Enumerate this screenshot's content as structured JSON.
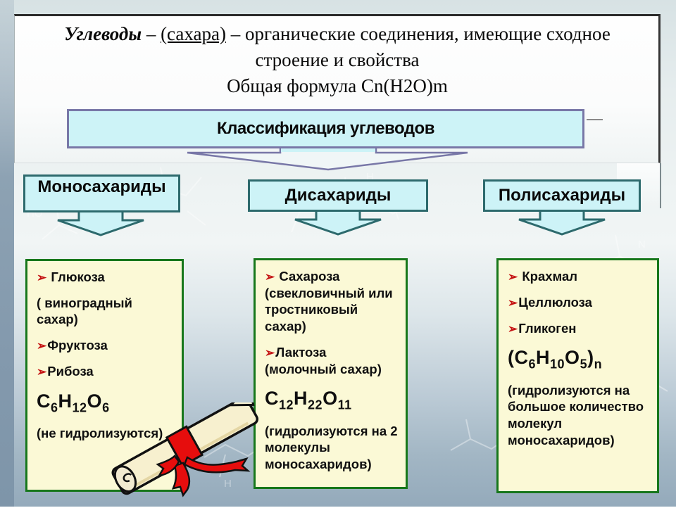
{
  "slide": {
    "title": {
      "term": "Углеводы",
      "dash1": " – ",
      "sugars": "(сахара)",
      "rest": " – органические соединения, имеющие сходное",
      "line2": "строение и свойства",
      "line3": "Общая формула Cn(H2O)m"
    },
    "classification": {
      "label": "Классификация углеводов"
    },
    "categories": [
      {
        "label": "Моносахариды"
      },
      {
        "label": "Дисахариды"
      },
      {
        "label": "Полисахариды"
      }
    ],
    "bullet_glyph": "➢",
    "boxes": [
      {
        "name": "monosaccharides",
        "items": [
          {
            "type": "bullet",
            "text": " Глюкоза"
          },
          {
            "type": "plain",
            "text": "( виноградный сахар)"
          },
          {
            "type": "bullet",
            "text": "Фруктоза"
          },
          {
            "type": "bullet",
            "text": "Рибоза"
          },
          {
            "type": "formula",
            "segments": [
              [
                "C",
                0
              ],
              [
                "6",
                1
              ],
              [
                "H",
                0
              ],
              [
                "12",
                1
              ],
              [
                "O",
                0
              ],
              [
                "6",
                1
              ]
            ]
          },
          {
            "type": "plain",
            "text": "(не гидролизуются)"
          }
        ]
      },
      {
        "name": "disaccharides",
        "items": [
          {
            "type": "bullet",
            "text": " Сахароза (свекловичный или тростниковый сахар)"
          },
          {
            "type": "bullet",
            "text": "Лактоза (молочный сахар)"
          },
          {
            "type": "formula",
            "segments": [
              [
                "C",
                0
              ],
              [
                "12",
                1
              ],
              [
                "H",
                0
              ],
              [
                "22",
                1
              ],
              [
                "O",
                0
              ],
              [
                "11",
                1
              ]
            ]
          },
          {
            "type": "plain",
            "text": "(гидролизуются на 2 молекулы моносахаридов)"
          }
        ]
      },
      {
        "name": "polysaccharides",
        "items": [
          {
            "type": "bullet",
            "text": " Крахмал"
          },
          {
            "type": "bullet",
            "text": "Целлюлоза"
          },
          {
            "type": "bullet",
            "text": "Гликоген"
          },
          {
            "type": "formula",
            "segments": [
              [
                " (",
                0
              ],
              [
                "C",
                0
              ],
              [
                "6",
                1
              ],
              [
                "H",
                0
              ],
              [
                "10",
                1
              ],
              [
                "O",
                0
              ],
              [
                "5",
                1
              ],
              [
                ")",
                0
              ],
              [
                "n",
                1
              ]
            ]
          },
          {
            "type": "plain",
            "text": "(гидролизуются на большое количество молекул моносахаридов)"
          }
        ]
      }
    ],
    "colors": {
      "cyan_fill": "#cdf3f7",
      "purple_border": "#7877a7",
      "teal_border": "#2d6a6d",
      "green_border": "#17771b",
      "cream_fill": "#fbf9d6",
      "bullet_red": "#c41111",
      "ribbon_red": "#e00b0b"
    }
  }
}
